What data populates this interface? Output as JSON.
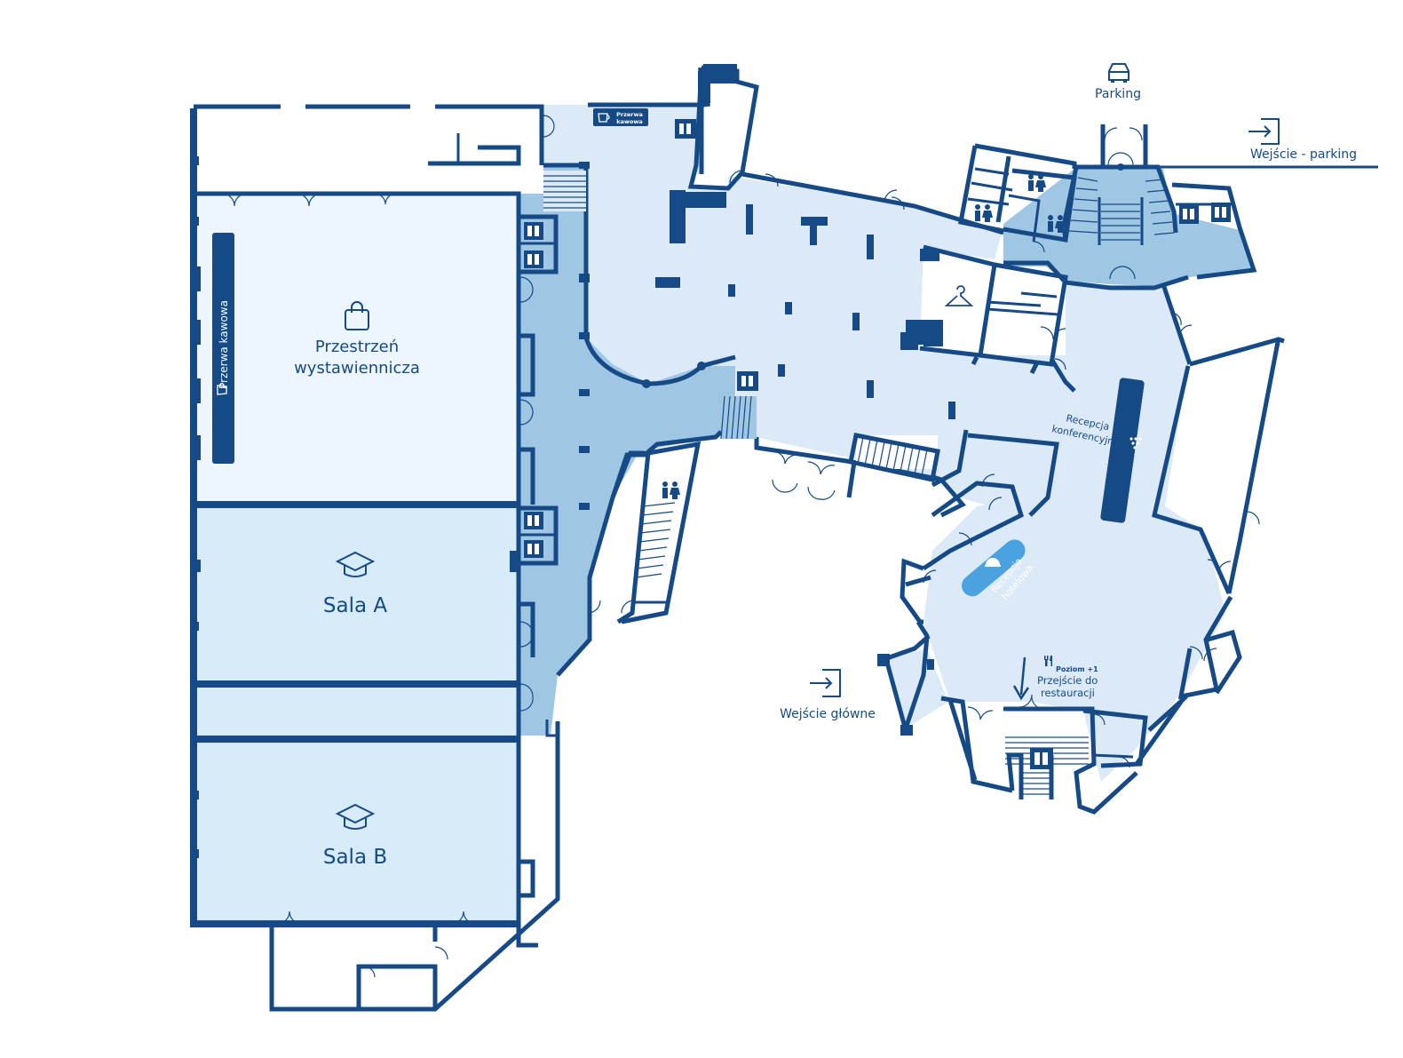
{
  "colors": {
    "wall": "#154a86",
    "floor_light": "#eef6fd",
    "floor_medium": "#dce9f6",
    "floor_room": "#d7ecf8",
    "floor_corridor": "#9fc6e2",
    "hotel_reception": "#4aa3e0"
  },
  "labels": {
    "parking": "Parking",
    "entrance_parking": "Wejście - parking",
    "coffee_break_small": "Przerwa kawowa",
    "coffee_break": "Przerwa kawowa",
    "exhibition": "Przestrzeń wystawiennicza",
    "exhibition_line1": "Przestrzeń",
    "exhibition_line2": "wystawiennicza",
    "hall_a": "Sala A",
    "hall_b": "Sala B",
    "conference_reception_line1": "Recepcja",
    "conference_reception_line2": "konferencyjna",
    "hotel_reception_line1": "Recepcja",
    "hotel_reception_line2": "hotelowa",
    "level": "Poziom +1",
    "restaurant_line1": "Przejście do",
    "restaurant_line2": "restauracji",
    "main_entrance": "Wejście główne"
  },
  "icons": [
    "car-icon",
    "exit-arrow-icon",
    "coffee-cup-icon",
    "shopping-bag-icon",
    "graduation-cap-icon",
    "elevator-icon",
    "restroom-icon",
    "hanger-icon",
    "cutlery-icon",
    "reception-bell-icon",
    "down-arrow-icon"
  ]
}
